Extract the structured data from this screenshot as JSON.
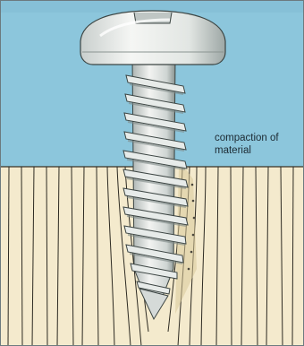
{
  "annotation": {
    "line1": "compaction of",
    "line2": "material"
  },
  "colors": {
    "water_blue": "#8cc6dc",
    "wood": "#f4eacd",
    "grain": "#2d2a22",
    "screw_light": "#eef0ee",
    "screw_shadow": "#7f8a88"
  },
  "icons": [
    "pan-head-screw",
    "wood-grain"
  ]
}
